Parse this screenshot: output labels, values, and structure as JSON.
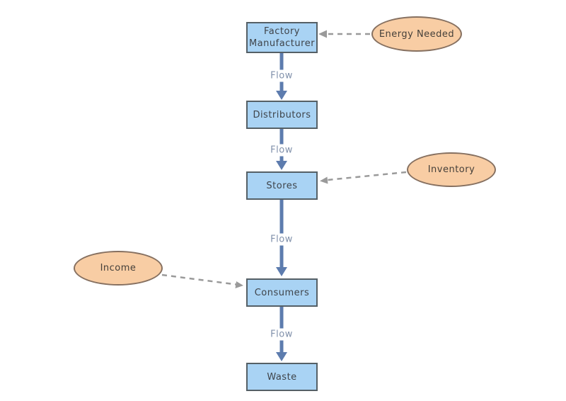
{
  "nodes": {
    "factory": {
      "line1": "Factory",
      "line2": "Manufacturer"
    },
    "distributors": {
      "label": "Distributors"
    },
    "stores": {
      "label": "Stores"
    },
    "consumers": {
      "label": "Consumers"
    },
    "waste": {
      "label": "Waste"
    }
  },
  "annotations": {
    "energy": {
      "label": "Energy Needed"
    },
    "inventory": {
      "label": "Inventory"
    },
    "income": {
      "label": "Income"
    }
  },
  "flow_labels": [
    "Flow",
    "Flow",
    "Flow",
    "Flow"
  ],
  "colors": {
    "box_fill": "#a9d3f4",
    "box_border": "#556066",
    "box_text": "#3f444a",
    "ellipse_fill": "#f8cda4",
    "ellipse_border": "#867060",
    "ellipse_text": "#45403a",
    "arrow": "#5d7cae",
    "flow_text": "#8191ab",
    "dashed_arrow": "#9a9a9a"
  }
}
